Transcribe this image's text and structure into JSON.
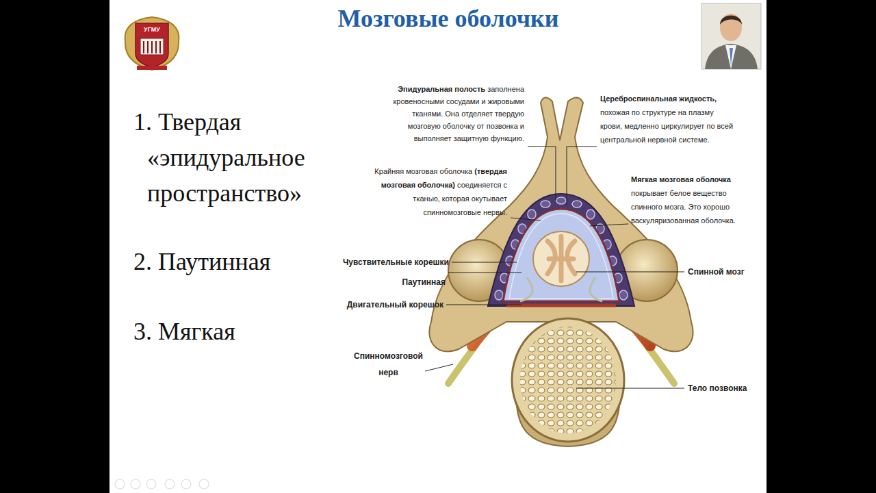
{
  "diagram": {
    "title": "Мозговые оболочки",
    "labels": [
      "УГМУ",
      "1. Твердая «эпидуральное пространство»",
      "2. Паутинная",
      "3. Мягкая",
      "Эпидуральная полость заполнена кровеносными сосудами и жировыми тканями. Она отделяет твердую мозговую оболочку от позвонка и выполняет защитную функцию.",
      "Цереброспинальная жидкость, похожая по структуре на плазму крови, медленно циркулирует по всей центральной нервной системе.",
      "Крайняя мозговая оболочка (твердая мозговая оболочка) соединяется с тканью, которая окутывает спинномозговые нервы.",
      "Мягкая мозговая оболочка покрывает белое вещество спинного мозга. Это хорошо васкуляризованная оболочка.",
      "Чувствительные корешки",
      "Паутинная",
      "Двигательный корешок",
      "Спинномозговой нерв",
      "Спинной мозг",
      "Тело позвонка"
    ]
  }
}
